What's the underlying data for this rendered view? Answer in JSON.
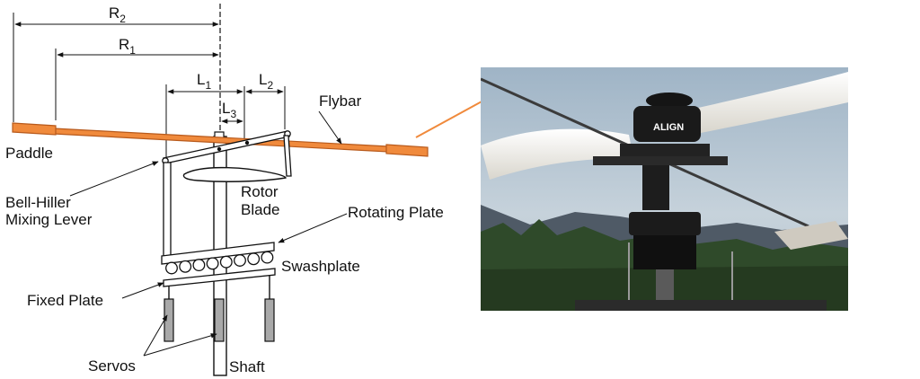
{
  "labels": {
    "r2": {
      "main": "R",
      "sub": "2"
    },
    "r1": {
      "main": "R",
      "sub": "1"
    },
    "l1": {
      "main": "L",
      "sub": "1"
    },
    "l2": {
      "main": "L",
      "sub": "2"
    },
    "l3": {
      "main": "L",
      "sub": "3"
    },
    "flybar": "Flybar",
    "paddle": "Paddle",
    "mixing_lever_line1": "Bell-Hiller",
    "mixing_lever_line2": "Mixing Lever",
    "rotor_blade_line1": "Rotor",
    "rotor_blade_line2": "Blade",
    "rotating_plate": "Rotating Plate",
    "swashplate": "Swashplate",
    "fixed_plate": "Fixed Plate",
    "servos": "Servos",
    "shaft": "Shaft"
  },
  "photo": {
    "brand_text": "ALIGN"
  },
  "colors": {
    "flybar": "#f08a3c",
    "flybar_stroke": "#b85a1c",
    "servo": "#a9a9a9",
    "pointer_line": "#f08a3c"
  }
}
